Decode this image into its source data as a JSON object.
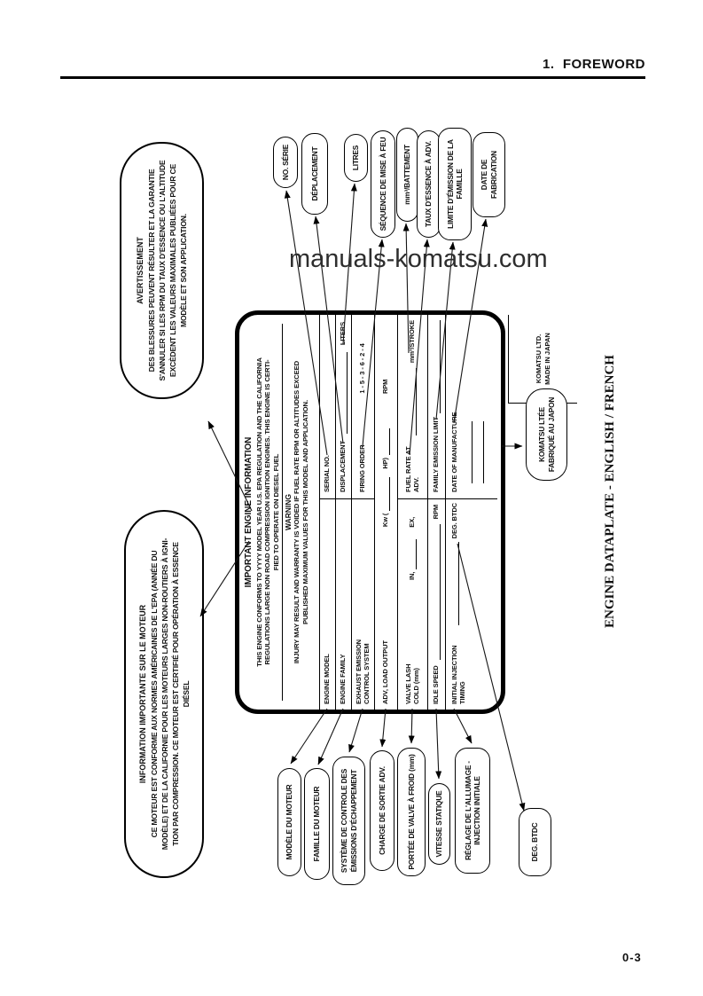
{
  "page": {
    "header": "1.  FOREWORD",
    "page_number": "0-3",
    "watermark": "manuals-komatsu.com",
    "caption": "ENGINE DATAPLATE - ENGLISH / FRENCH"
  },
  "warning_callout": {
    "title": "AVERTISSEMENT",
    "lines": [
      "DES BLESSURES PEUVENT RÉSULTER ET LA GARANTIE",
      "S'ANNULER SI LES RPM DU TAUX D'ESSENCE OU L'ALTITUDE",
      "EXCÈDENT LES VALEURS MAXIMALES PUBLIÉES POUR CE",
      "MODÈLE ET SON APPLICATION."
    ]
  },
  "info_callout": {
    "title": "INFORMATION IMPORTANTE SUR LE MOTEUR",
    "lines": [
      "CE MOTEUR EST CONFORME AUX NORMES AMÉRICAINES DE L'EPA (ANNÉE DU",
      "MODÈLE) ET DE LA CALIFORNIE POUR LES MOTEURS LARGES NON-ROUTIERS À IGNI-",
      "TION PAR COMPRESSION.  CE MOTEUR EST CERTIFIÉ POUR OPÉRATION À ESSENCE",
      "DIÉSEL"
    ]
  },
  "plate": {
    "title": "IMPORTANT ENGINE INFORMATION",
    "paragraph": [
      "THIS ENGINE CONFORMS TO YYYY MODEL YEAR U.S. EPA REGULATION AND THE CALIFORNIA",
      "REGULATIONS LARGE NON ROAD COMPRESSION IGNITION ENGINES. THIS ENGINE IS CERTI-",
      "FIED TO OPERATE ON DIESEL FUEL"
    ],
    "warning_title": "WARNING",
    "warning_lines": [
      "INJURY MAY RESULT AND WARRANTY IS VOIDED IF FUEL RATE RPM OR ALTITUDES EXCEED",
      "PUBLISHED MAXIMUM VALUES FOR THIS MODEL AND APPLICATION."
    ],
    "table": {
      "engine_model": "ENGINE MODEL",
      "serial_no": "SERIAL NO.",
      "engine_family": "ENGINE FAMILY",
      "displacement": "DISPLACEMENT",
      "liters": "LITERS",
      "exhaust": "EXHAUST EMISSION CONTROL SYSTEM",
      "firing_order": "FIRING ORDER",
      "firing_order_value": "1 - 5 - 3 - 6 - 2 - 4",
      "adv_load": "ADV, LOAD OUTPUT",
      "kw": "Kw (",
      "hp": "HP)",
      "rpm": "RPM",
      "valve_lash": "VALVE LASH COLD (mm)",
      "in_label": "IN,",
      "ex_label": "EX,",
      "fuel_rate": "FUEL RATE AT ADV.",
      "stroke_unit": "mm³/STROKE",
      "idle_speed": "IDLE SPEED",
      "idle_rpm": "RPM",
      "family_emission": "FAMILY EMISSION LIMIT",
      "initial_injection": "INITIAL INJECTION TIMING",
      "deg_btdc": "DEG. BTDC",
      "date_mfg": "DATE OF MANUFACTURE",
      "komatsu_1": "KOMATSU LTD.",
      "komatsu_2": "MADE IN JAPAN"
    }
  },
  "french": {
    "left": [
      "MODÈLE DU MOTEUR",
      "FAMILLE DU MOTEUR",
      "SYSTÈME DE CONTROLE DES ÉMISSIONS D'ÉCHAPPEMENT",
      "CHARGE DE SORTIE ADV.",
      "PORTÉE DE VALVE À FROID (mm)",
      "VITESSE STATIQUE",
      "RÉGLAGE DE L'ALLUMAGE - INJECTION INITIALE",
      "DEG. BTDC"
    ],
    "right": [
      "NO. SÉRIE",
      "DÉPLACEMENT",
      "LITRES",
      "SÉQUENCE DE MISE À FEU",
      "mm³/BATTEMENT",
      "TAUX D'ESSENCE À ADV.",
      "LIMITE D'ÉMISSION DE LA FAMILLE",
      "DATE DE FABRICATION"
    ],
    "komatsu": [
      "KOMATSU LTÉE",
      "FABRIQUÉ AU JAPON"
    ]
  }
}
